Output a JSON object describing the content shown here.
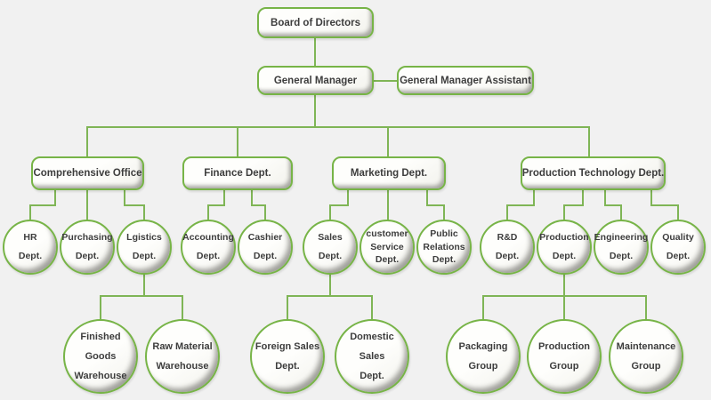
{
  "colors": {
    "background": "#f1f1f1",
    "line_green": "#7fb556",
    "border_green": "#77b447",
    "text": "#3d3d3d"
  },
  "nodes": {
    "board": {
      "label": "Board of Directors"
    },
    "general_manager": {
      "label": "General Manager"
    },
    "general_manager_assistant": {
      "label": "General Manager Assistant"
    },
    "comprehensive_office": {
      "label": "Comprehensive Office"
    },
    "finance": {
      "label": "Finance Dept."
    },
    "marketing": {
      "label": "Marketing Dept."
    },
    "production_technology": {
      "label": "Production Technology Dept."
    },
    "hr": {
      "label": "HR\nDept."
    },
    "purchasing": {
      "label": "Purchasing\nDept."
    },
    "lgistics": {
      "label": "Lgistics\nDept."
    },
    "accounting": {
      "label": "Accounting\nDept."
    },
    "cashier": {
      "label": "Cashier\nDept."
    },
    "sales": {
      "label": "Sales\nDept."
    },
    "customer_service": {
      "label": "customer\nService\nDept."
    },
    "public_relations": {
      "label": "Public\nRelations\nDept."
    },
    "rnd": {
      "label": "R&D\nDept."
    },
    "production": {
      "label": "Production\nDept."
    },
    "engineering": {
      "label": "Engineering\nDept."
    },
    "quality": {
      "label": "Quality\nDept."
    },
    "finished_goods_warehouse": {
      "label": "Finished Goods\nWarehouse"
    },
    "raw_material_warehouse": {
      "label": "Raw Material\nWarehouse"
    },
    "foreign_sales": {
      "label": "Foreign Sales\nDept."
    },
    "domestic_sales": {
      "label": "Domestic Sales\nDept."
    },
    "packaging_group": {
      "label": "Packaging\nGroup"
    },
    "production_group": {
      "label": "Production\nGroup"
    },
    "maintenance_group": {
      "label": "Maintenance\nGroup"
    }
  }
}
